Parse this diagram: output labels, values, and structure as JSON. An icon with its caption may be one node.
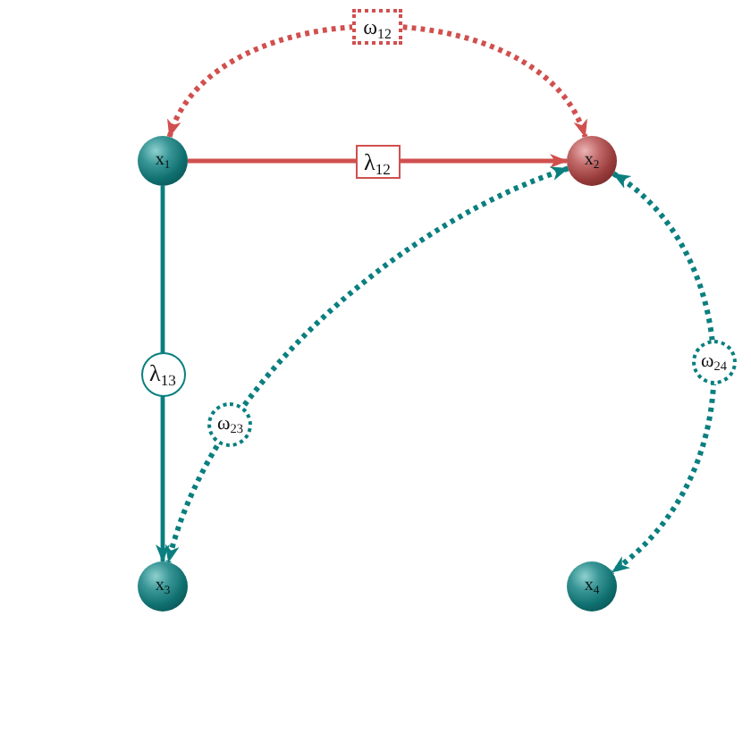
{
  "diagram": {
    "nodes": [
      {
        "text": [
          "x$_{1}$"
        ]
      },
      {
        "text": [
          "x$_{2}$"
        ]
      },
      {
        "text": [
          "x$_{3}$"
        ]
      },
      {
        "text": [
          "x$_{4}$"
        ]
      }
    ],
    "edges": [
      {
        "from": 0,
        "to": 1,
        "arrow": "both",
        "label": "ω$_{12}$",
        "style": "dashed",
        "color": "#d0504f"
      },
      {
        "from": 0,
        "to": 1,
        "arrow": "to",
        "label": "λ$_{12}$",
        "color": "#d0504f"
      },
      {
        "from": 0,
        "to": 2,
        "arrow": "to",
        "label": "λ$_{13}$"
      },
      {
        "from": 1,
        "to": 2,
        "arrow": "both",
        "label": "ω$_{23}$",
        "style": "dashed"
      },
      {
        "from": 1,
        "to": 3,
        "arrow": "both",
        "label": "ω$_{24}$",
        "style": "dashed"
      }
    ]
  }
}
